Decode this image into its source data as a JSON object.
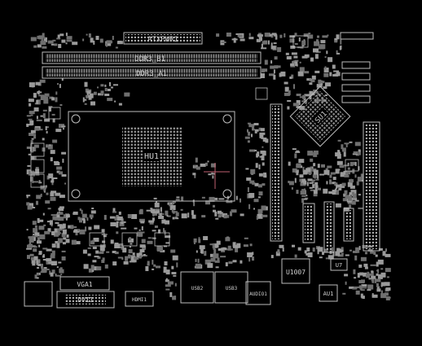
{
  "board_labels": {
    "atx_power": "ATXPWR1",
    "ddr_b1": "DDR3_B1",
    "ddr_a1": "DDR3_A1",
    "cpu": "HU1",
    "chipset": "SU1",
    "u1007": "U1007",
    "u7": "U7",
    "au1": "AU1",
    "vga": "VGA1",
    "dvi": "DVI1",
    "hdmi": "HDMI1",
    "usb_lan_1": "USB2",
    "usb_lan_2": "USB3",
    "audio": "AUDIO1"
  },
  "colors": {
    "background": "#000000",
    "silkscreen": "#cfcfcf",
    "component": "#9a9a9a",
    "crosshair": "#c06070",
    "accent": "#2e8b7a"
  }
}
